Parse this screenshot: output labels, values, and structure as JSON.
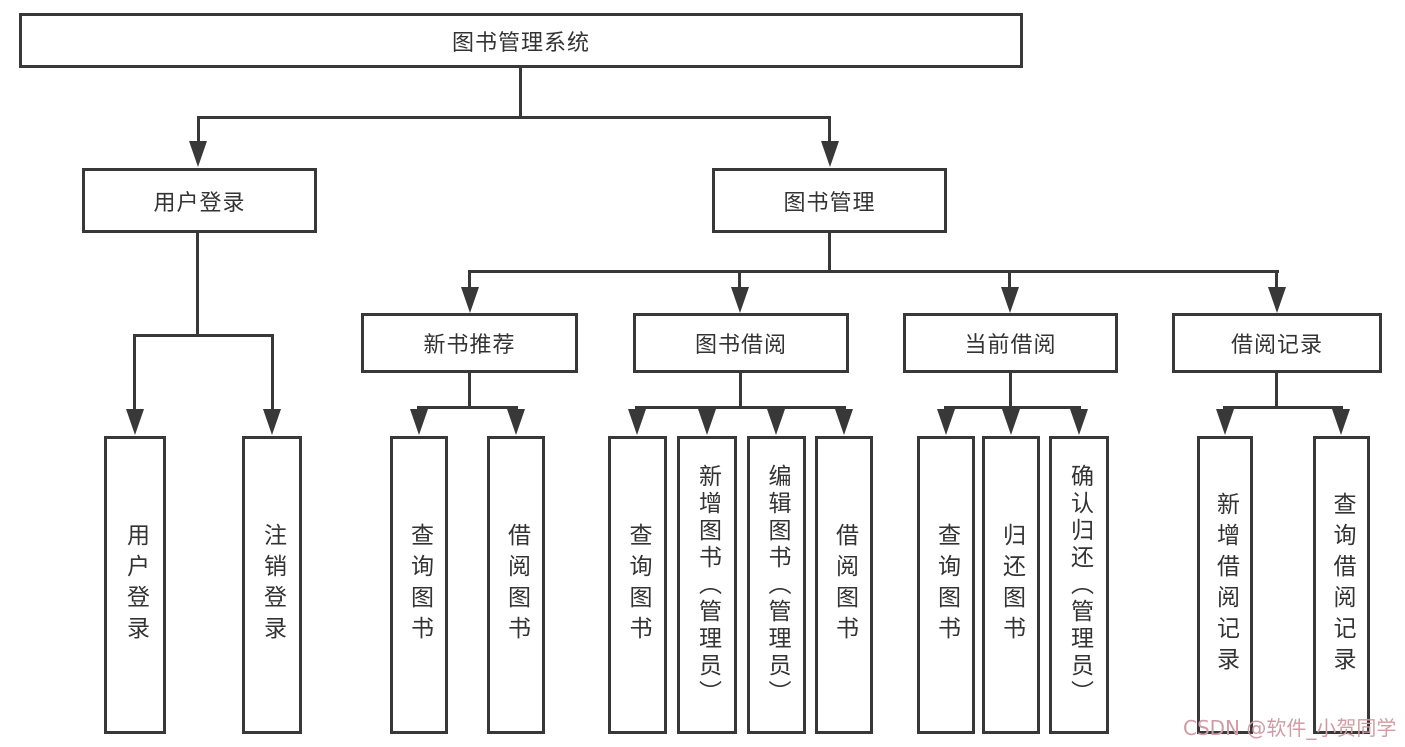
{
  "nodes": {
    "root": "图书管理系统",
    "user_login": "用户登录",
    "book_mgmt": "图书管理",
    "new_book_rec": "新书推荐",
    "book_borrow": "图书借阅",
    "current_borrow": "当前借阅",
    "borrow_record": "借阅记录",
    "ul_login": "用户登录",
    "ul_logout": "注销登录",
    "nb_query": "查询图书",
    "nb_borrow": "借阅图书",
    "bb_query": "查询图书",
    "bb_add": "新增图书（管理员）",
    "bb_edit": "编辑图书（管理员）",
    "bb_borrow": "借阅图书",
    "cb_query": "查询图书",
    "cb_return": "归还图书",
    "cb_confirm": "确认归还（管理员）",
    "br_add": "新增借阅记录",
    "br_query": "查询借阅记录"
  },
  "watermark": "CSDN @软件_小贺同学",
  "colors": {
    "line": "#383838",
    "text": "#333333",
    "watermark": "#d19ca3",
    "bg": "#ffffff"
  }
}
